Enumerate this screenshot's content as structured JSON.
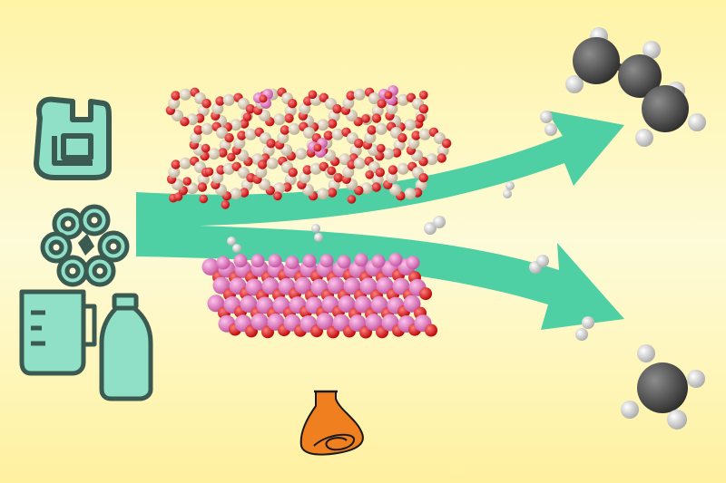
{
  "colors": {
    "background_top": "#fff3a6",
    "background_mid": "#fdfbd8",
    "background_bottom": "#fff1a0",
    "arrow": "#4fd0a4",
    "icon_fill": "#8fe0c6",
    "icon_stroke": "#3a5a52",
    "oxygen": "#e41414",
    "silicon": "#d8cdb8",
    "metal": "#e27ac8",
    "carbon": "#4a4a4a",
    "hydrogen": "#d9d9d9",
    "flask": "#f07f1f"
  },
  "icons": [
    "plastic-container-icon",
    "plastic-pellets-icon",
    "measuring-cup-icon",
    "plastic-bottle-icon",
    "catalyst-flask-icon"
  ],
  "molecules": [
    "propane-molecule",
    "methane-molecule",
    "hydrogen-molecule"
  ],
  "structures": [
    "zeolite-framework",
    "metal-oxide-crystal"
  ],
  "arrows": [
    "upper-product-arrow",
    "lower-product-arrow"
  ]
}
